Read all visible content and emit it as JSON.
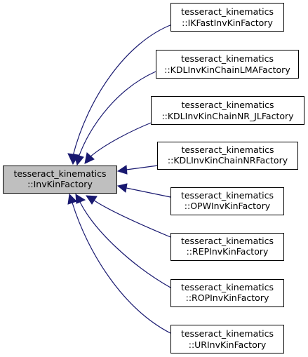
{
  "colors": {
    "base_fill": "#bfbfbf",
    "derived_fill": "#ffffff",
    "edge": "#191970",
    "border": "#000000"
  },
  "base_class": {
    "line1": "tesseract_kinematics",
    "line2": "::InvKinFactory"
  },
  "derived_classes": [
    {
      "line1": "tesseract_kinematics",
      "line2": "::IKFastInvKinFactory"
    },
    {
      "line1": "tesseract_kinematics",
      "line2": "::KDLInvKinChainLMAFactory"
    },
    {
      "line1": "tesseract_kinematics",
      "line2": "::KDLInvKinChainNR_JLFactory"
    },
    {
      "line1": "tesseract_kinematics",
      "line2": "::KDLInvKinChainNRFactory"
    },
    {
      "line1": "tesseract_kinematics",
      "line2": "::OPWInvKinFactory"
    },
    {
      "line1": "tesseract_kinematics",
      "line2": "::REPInvKinFactory"
    },
    {
      "line1": "tesseract_kinematics",
      "line2": "::ROPInvKinFactory"
    },
    {
      "line1": "tesseract_kinematics",
      "line2": "::URInvKinFactory"
    }
  ]
}
